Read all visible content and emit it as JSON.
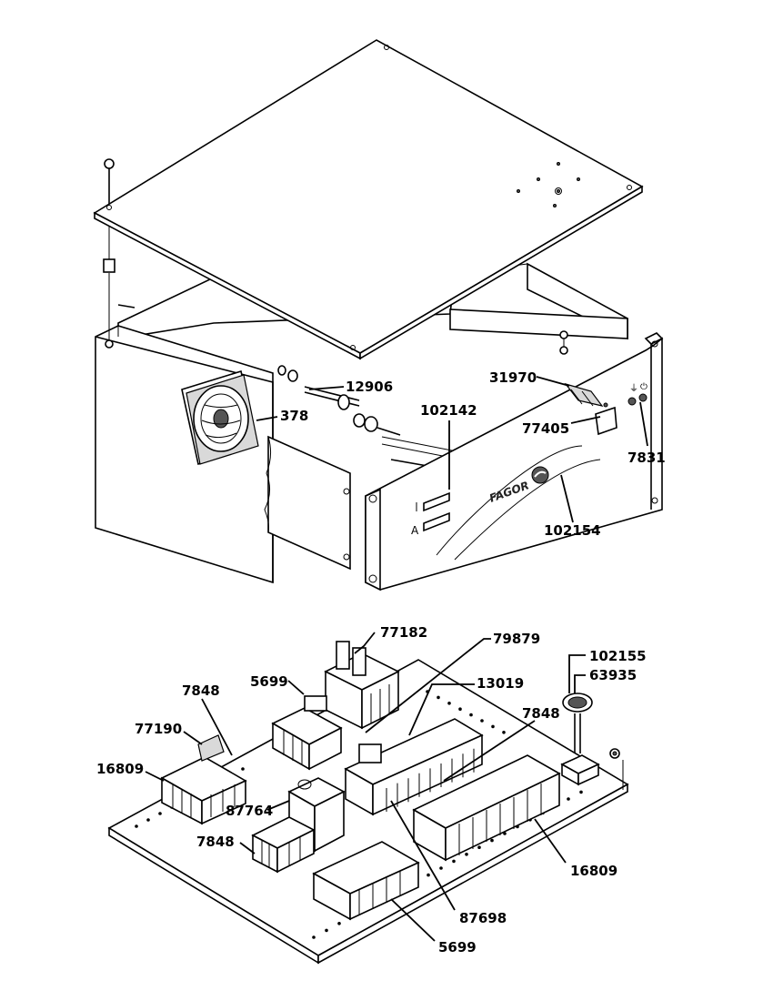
{
  "upper_assembly": {
    "logo_text": "FAGOR",
    "callouts": {
      "c12906": "12906",
      "c378": "378",
      "c31970": "31970",
      "c102142": "102142",
      "c77405": "77405",
      "c7831": "7831",
      "c102154": "102154"
    }
  },
  "lower_assembly": {
    "callouts": {
      "c77182": "77182",
      "c79879": "79879",
      "c102155": "102155",
      "c63935": "63935",
      "c5699_top": "5699",
      "c13019": "13019",
      "c7848_left": "7848",
      "c7848_right": "7848",
      "c77190": "77190",
      "c16809_left": "16809",
      "c87764": "87764",
      "c7848_bottom": "7848",
      "c16809_right": "16809",
      "c87698": "87698",
      "c5699_bottom": "5699"
    }
  }
}
